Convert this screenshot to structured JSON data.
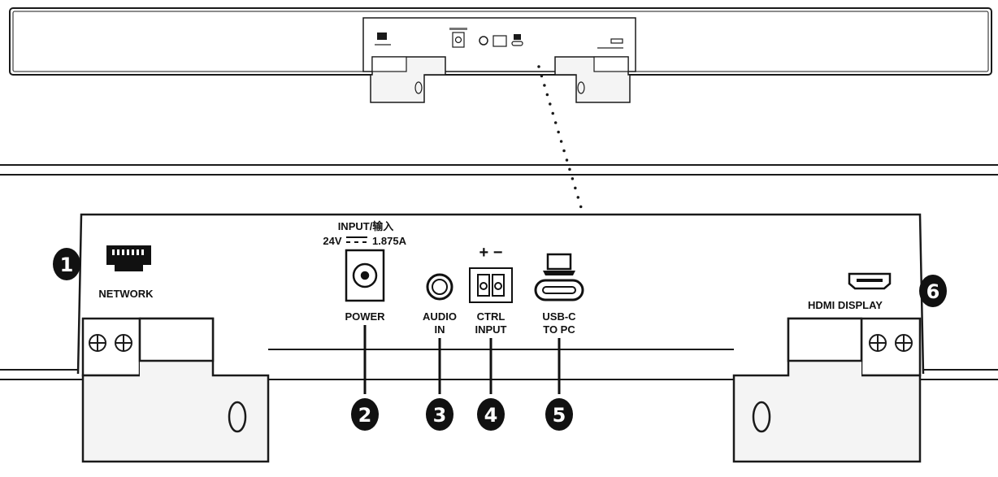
{
  "ports": [
    {
      "number": "1",
      "label_lines": [
        "NETWORK"
      ]
    },
    {
      "number": "2",
      "label_lines": [
        "POWER"
      ],
      "rating_lines": [
        "INPUT/输入",
        "24V",
        "1.875A"
      ]
    },
    {
      "number": "3",
      "label_lines": [
        "AUDIO",
        "IN"
      ]
    },
    {
      "number": "4",
      "label_lines": [
        "CTRL",
        "INPUT"
      ],
      "polarity": "+ −"
    },
    {
      "number": "5",
      "label_lines": [
        "USB-C",
        "TO PC"
      ]
    },
    {
      "number": "6",
      "label_lines": [
        "HDMI DISPLAY"
      ]
    }
  ],
  "colors": {
    "line": "#1a1a1a",
    "badge": "#111111",
    "bracket_fill": "#f4f4f4"
  },
  "icons": [
    "ethernet-port-icon",
    "dc-power-jack-icon",
    "audio-jack-icon",
    "terminal-block-icon",
    "laptop-icon",
    "usb-c-port-icon",
    "hdmi-port-icon",
    "screw-icon"
  ]
}
